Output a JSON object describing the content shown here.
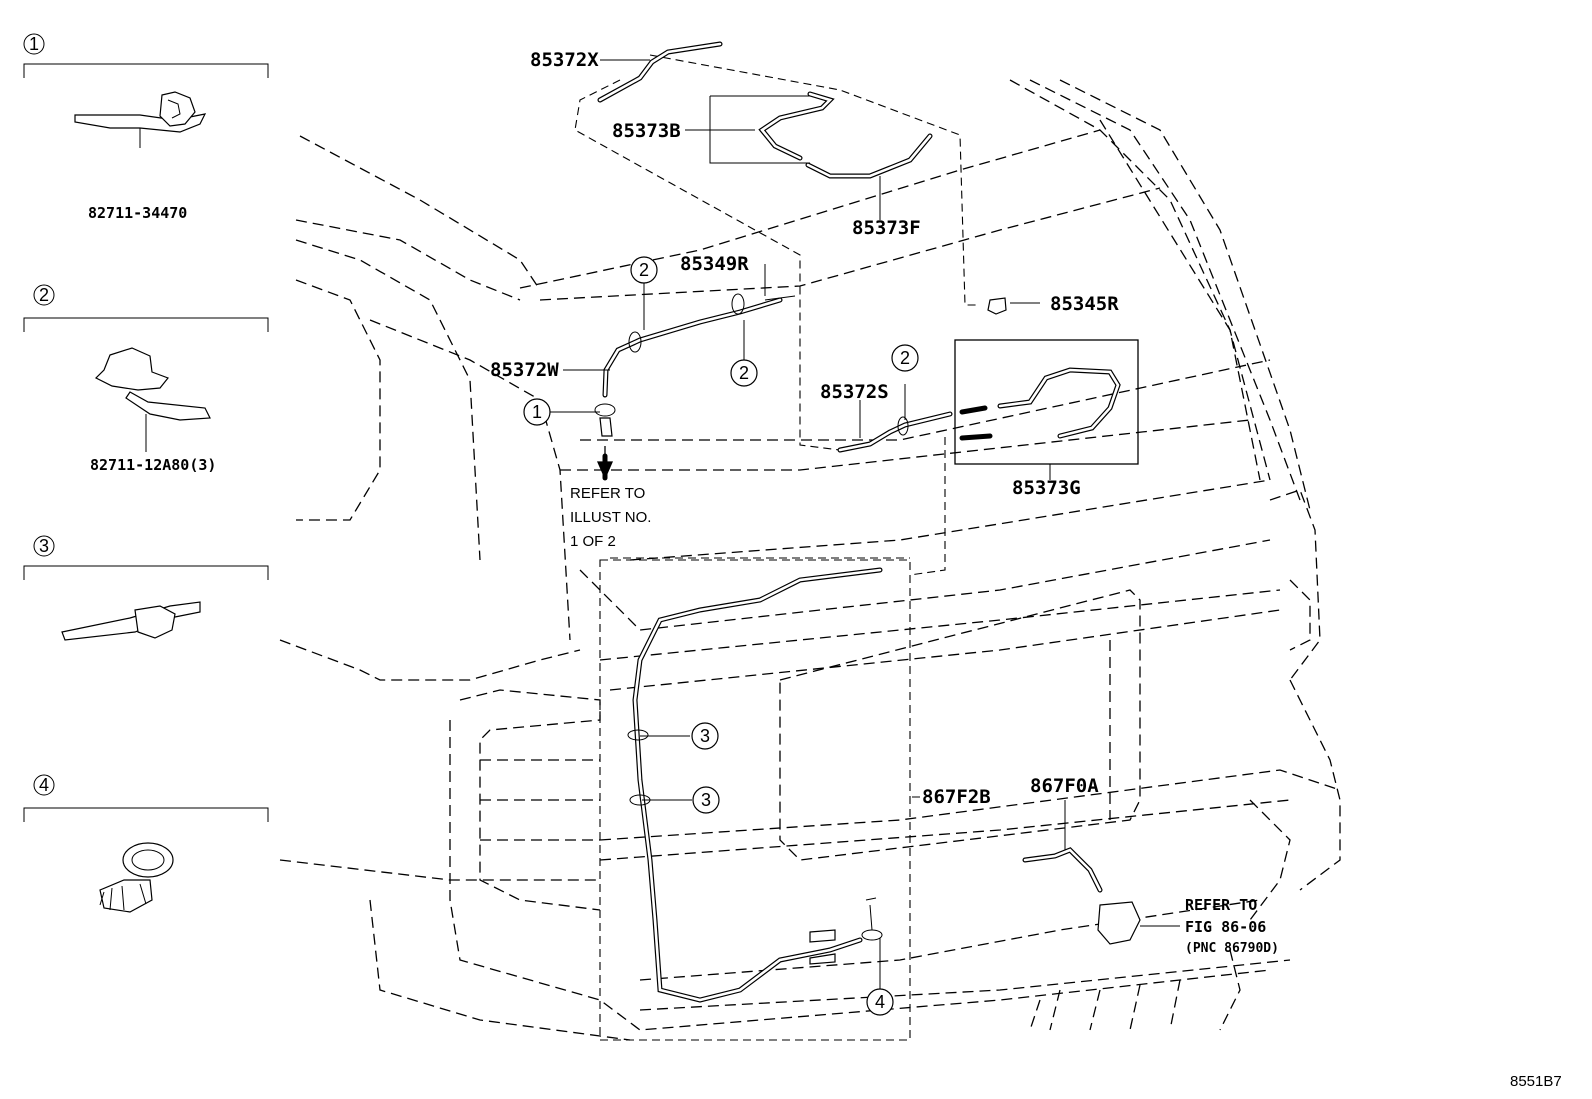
{
  "figure_code": "8551B7",
  "legend": [
    {
      "marker": "1",
      "part_number": "82711-34470"
    },
    {
      "marker": "2",
      "part_number": "82711-12A80(3)"
    },
    {
      "marker": "3",
      "part_number": ""
    },
    {
      "marker": "4",
      "part_number": ""
    }
  ],
  "callouts": {
    "p85372X": "85372X",
    "p85373B": "85373B",
    "p85373F": "85373F",
    "p85349R": "85349R",
    "p85345R": "85345R",
    "p85372W": "85372W",
    "p85372S": "85372S",
    "p85373G": "85373G",
    "p867F2B": "867F2B",
    "p867F0A": "867F0A"
  },
  "markers": {
    "one": "1",
    "two": "2",
    "three": "3",
    "four": "4"
  },
  "notes": {
    "refer_illust_line1": "REFER TO",
    "refer_illust_line2": "ILLUST NO.",
    "refer_illust_line3": "1 OF 2",
    "refer_fig_line1": "REFER TO",
    "refer_fig_line2": "FIG 86-06",
    "refer_fig_line3": "(PNC 86790D)"
  }
}
